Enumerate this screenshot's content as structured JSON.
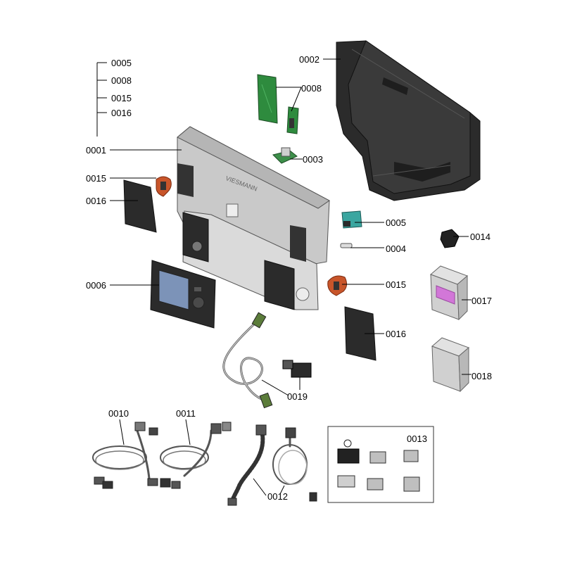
{
  "parts": {
    "p0001": "0001",
    "p0002": "0002",
    "p0003": "0003",
    "p0004": "0004",
    "p0005": "0005",
    "p0006": "0006",
    "p0008": "0008",
    "p0010": "0010",
    "p0011": "0011",
    "p0012": "0012",
    "p0013": "0013",
    "p0014": "0014",
    "p0015": "0015",
    "p0016": "0016",
    "p0017": "0017",
    "p0018": "0018",
    "p0019": "0019"
  },
  "colors": {
    "housing": "#c9c9c9",
    "back_cover": "#2b2b2b",
    "pcb": "#2e8b3e",
    "connector": "#3aa6a0",
    "clip": "#c8552a",
    "module_label": "#d277d8"
  }
}
